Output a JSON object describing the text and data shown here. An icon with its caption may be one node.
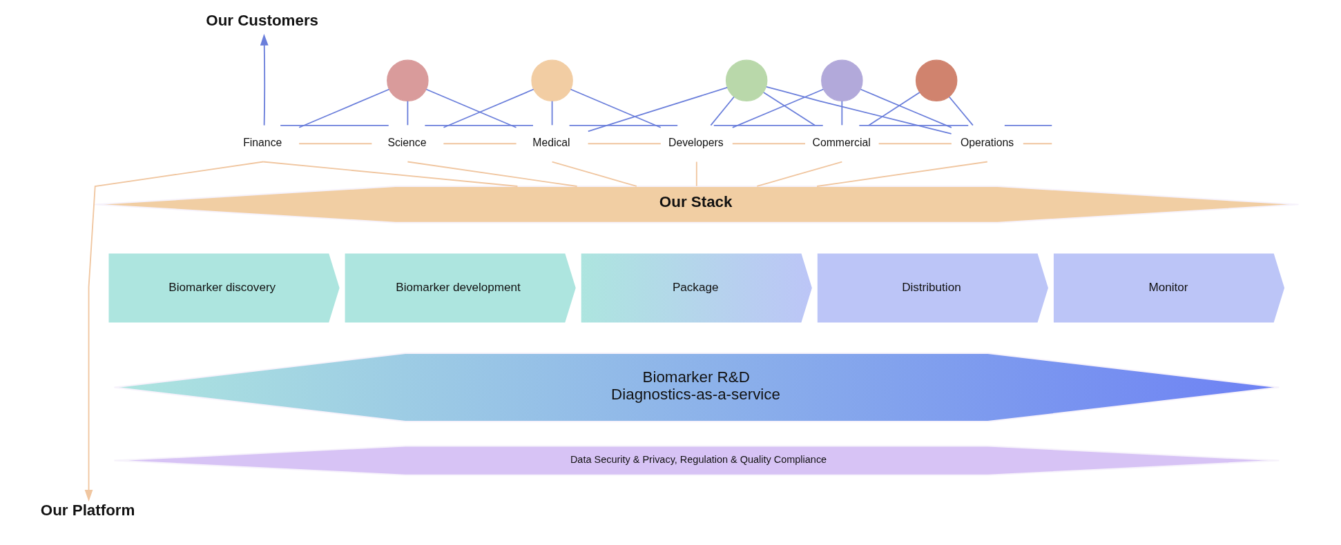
{
  "diagram": {
    "nodes": [
      {
        "text": [
          "Our Customers"
        ]
      },
      {
        "text": [],
        "shape": "circle"
      },
      {
        "text": [],
        "shape": "circle"
      },
      {
        "text": [],
        "shape": "circle"
      },
      {
        "text": [],
        "shape": "circle"
      },
      {
        "text": [],
        "shape": "circle"
      },
      {
        "text": [
          "Finance"
        ]
      },
      {
        "text": [
          "Science"
        ]
      },
      {
        "text": [
          "Medical"
        ]
      },
      {
        "text": [
          "Developers"
        ]
      },
      {
        "text": [
          "Commercial"
        ]
      },
      {
        "text": [
          "Operations"
        ]
      },
      {
        "text": [
          "Our Stack"
        ]
      },
      {
        "text": [
          "Biomarker discovery"
        ]
      },
      {
        "text": [
          "Biomarker development"
        ]
      },
      {
        "text": [
          "Package"
        ]
      },
      {
        "text": [
          "Distribution"
        ]
      },
      {
        "text": [
          "Monitor"
        ]
      },
      {
        "text": [
          "Biomarker R&D",
          "Diagnostics-as-a-service"
        ]
      },
      {
        "text": [
          "Data Security & Privacy, Regulation & Quality Compliance"
        ]
      },
      {
        "text": [
          "Our Platform"
        ]
      }
    ],
    "edges": [
      {
        "from": 1,
        "to": 6,
        "arrow": "none"
      },
      {
        "from": 1,
        "to": 7,
        "arrow": "none"
      },
      {
        "from": 1,
        "to": 8,
        "arrow": "none"
      },
      {
        "from": 2,
        "to": 7,
        "arrow": "none"
      },
      {
        "from": 2,
        "to": 8,
        "arrow": "none"
      },
      {
        "from": 2,
        "to": 9,
        "arrow": "none"
      },
      {
        "from": 3,
        "to": 8,
        "arrow": "none"
      },
      {
        "from": 3,
        "to": 9,
        "arrow": "none"
      },
      {
        "from": 3,
        "to": 10,
        "arrow": "none"
      },
      {
        "from": 3,
        "to": 11,
        "arrow": "none"
      },
      {
        "from": 4,
        "to": 9,
        "arrow": "none"
      },
      {
        "from": 4,
        "to": 10,
        "arrow": "none"
      },
      {
        "from": 4,
        "to": 11,
        "arrow": "none"
      },
      {
        "from": 5,
        "to": 10,
        "arrow": "none"
      },
      {
        "from": 5,
        "to": 11,
        "arrow": "none"
      },
      {
        "from": 6,
        "to": 0,
        "arrow": "to"
      },
      {
        "from": 6,
        "to": 7,
        "arrow": "none"
      },
      {
        "from": 7,
        "to": 8,
        "arrow": "none"
      },
      {
        "from": 8,
        "to": 9,
        "arrow": "none"
      },
      {
        "from": 9,
        "to": 10,
        "arrow": "none"
      },
      {
        "from": 10,
        "to": 11,
        "arrow": "none"
      },
      {
        "from": 11,
        "to": null,
        "arrow": "none"
      },
      {
        "from": 6,
        "to": 20,
        "arrow": "to",
        "color": "#f0c6a0"
      },
      {
        "from": 6,
        "to": 7,
        "arrow": "none",
        "color": "#f0c6a0"
      },
      {
        "from": 7,
        "to": 8,
        "arrow": "none",
        "color": "#f0c6a0"
      },
      {
        "from": 8,
        "to": 9,
        "arrow": "none",
        "color": "#f0c6a0"
      },
      {
        "from": 9,
        "to": 10,
        "arrow": "none",
        "color": "#f0c6a0"
      },
      {
        "from": 10,
        "to": 11,
        "arrow": "none",
        "color": "#f0c6a0"
      },
      {
        "from": 11,
        "to": null,
        "arrow": "none",
        "color": "#f0c6a0"
      },
      {
        "from": 6,
        "to": 12,
        "arrow": "none",
        "color": "#f0c6a0"
      },
      {
        "from": 7,
        "to": 12,
        "arrow": "none",
        "color": "#f0c6a0"
      },
      {
        "from": 8,
        "to": 12,
        "arrow": "none",
        "color": "#f0c6a0"
      },
      {
        "from": 9,
        "to": 12,
        "arrow": "none",
        "color": "#f0c6a0"
      },
      {
        "from": 10,
        "to": 12,
        "arrow": "none",
        "color": "#f0c6a0"
      },
      {
        "from": 11,
        "to": 12,
        "arrow": "none",
        "color": "#f0c6a0"
      }
    ]
  }
}
